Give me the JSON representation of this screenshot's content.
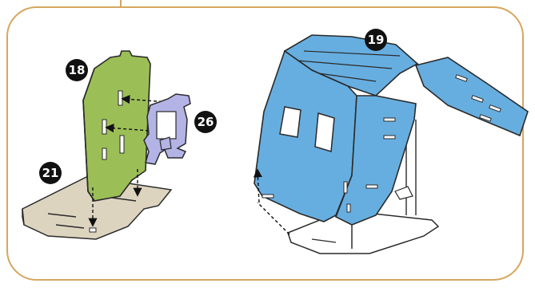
{
  "colors": {
    "frame": "#d6a65e",
    "green_part": "#9bbf56",
    "lavender_part": "#b4b3e6",
    "tan_part": "#ddd4c0",
    "blue_part": "#67aee0",
    "badge": "#111111",
    "outline": "#2a2a2a"
  },
  "badges": {
    "green_panel": "18",
    "clip": "26",
    "base_plate": "21",
    "roof_shell": "19"
  }
}
